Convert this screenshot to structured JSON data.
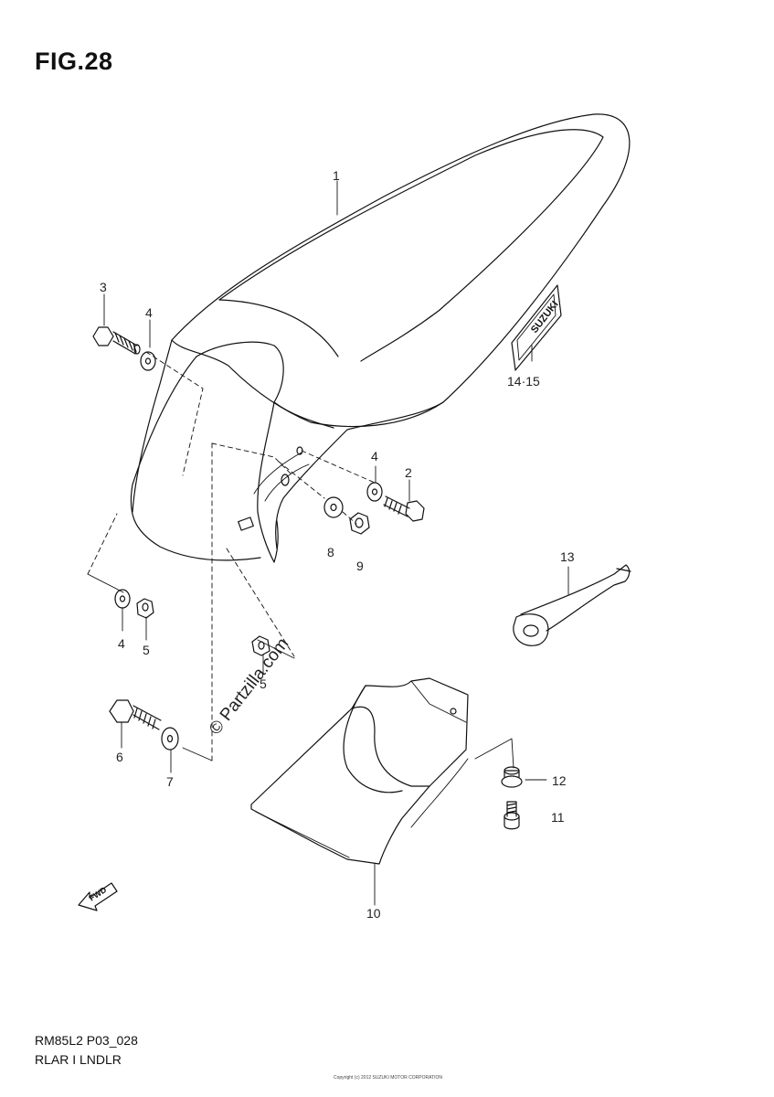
{
  "figure": {
    "title": "FIG.28",
    "code": "RM85L2 P03_028",
    "name": "RLAR I LNDLR",
    "copyright": "Copyright (c) 2012 SUZUKI MOTOR CORPORATION"
  },
  "watermark": "© Partzilla.com",
  "fwd_label": "FWD",
  "decal_text": "SUZUKI",
  "callouts": {
    "c1": "1",
    "c2": "2",
    "c3": "3",
    "c4a": "4",
    "c4b": "4",
    "c4c": "4",
    "c5a": "5",
    "c5b": "5",
    "c6": "6",
    "c7": "7",
    "c8": "8",
    "c9": "9",
    "c10": "10",
    "c11": "11",
    "c12": "12",
    "c13": "13",
    "c14_15": "14·15"
  },
  "colors": {
    "line": "#111111",
    "background": "#ffffff"
  }
}
